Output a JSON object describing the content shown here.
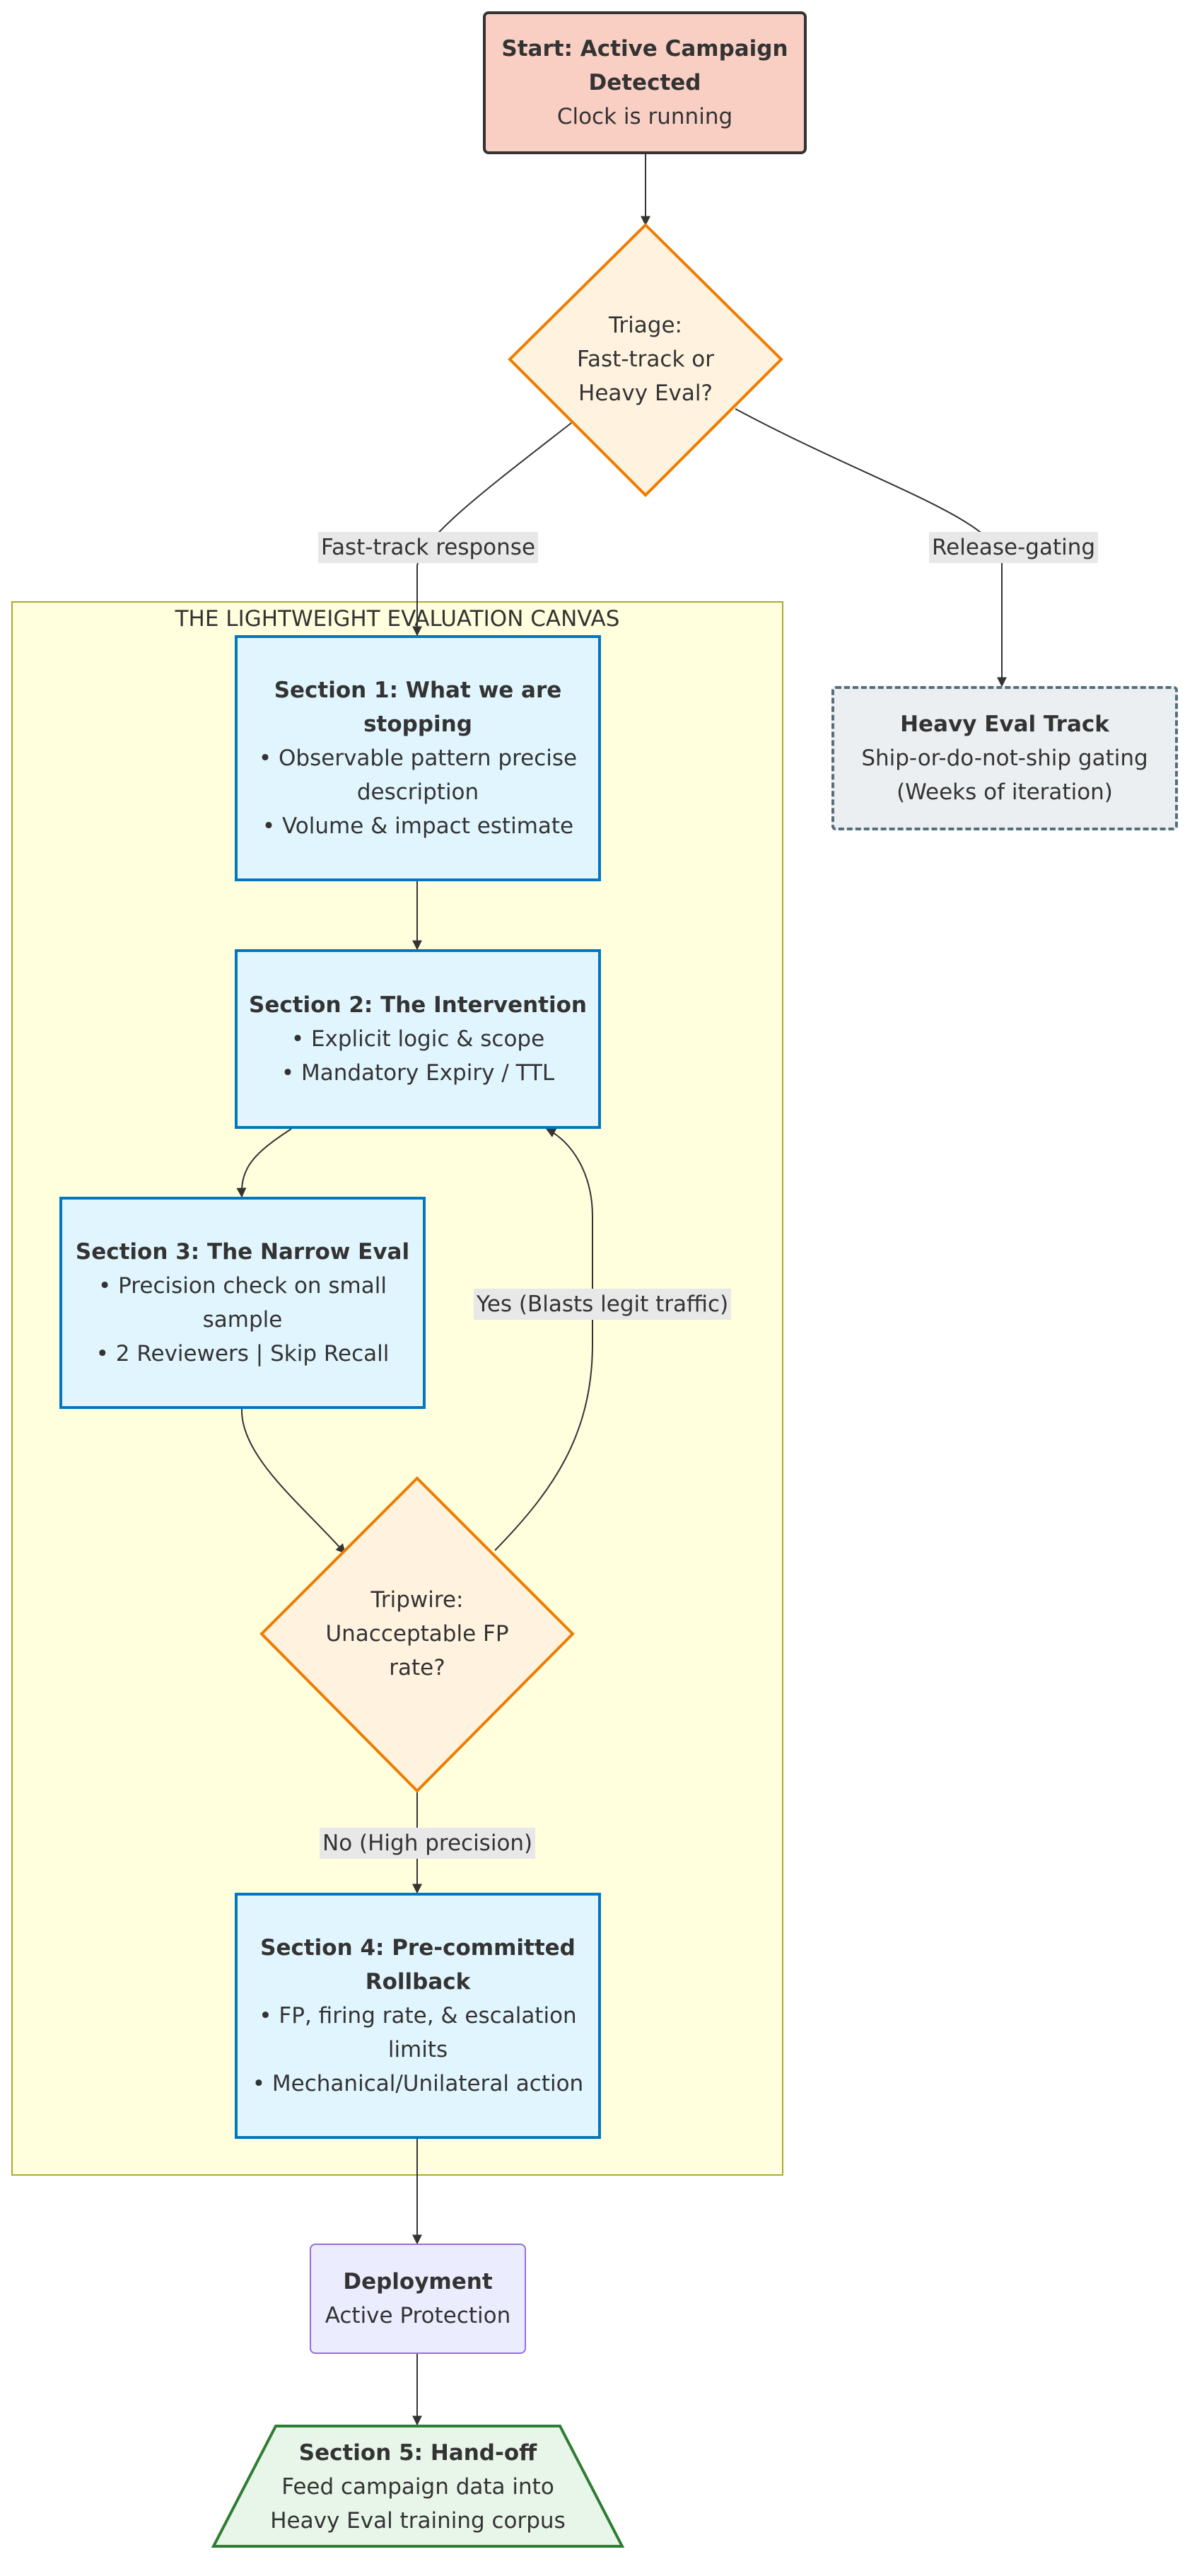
{
  "nodes": {
    "start": {
      "title": "Start: Active Campaign Detected",
      "lines": [
        "Clock is running"
      ]
    },
    "triage": {
      "lines": [
        "Triage:",
        "Fast-track or",
        "Heavy Eval?"
      ]
    },
    "heavy": {
      "title": "Heavy Eval Track",
      "lines": [
        "Ship-or-do-not-ship gating",
        "(Weeks of iteration)"
      ]
    },
    "section1": {
      "title": "Section 1: What we are stopping",
      "lines": [
        "• Observable pattern precise description",
        "• Volume & impact estimate"
      ]
    },
    "section2": {
      "title": "Section 2: The Intervention",
      "lines": [
        "• Explicit logic & scope",
        "• Mandatory Expiry / TTL"
      ]
    },
    "section3": {
      "title": "Section 3: The Narrow Eval",
      "lines": [
        "• Precision check on small sample",
        "• 2 Reviewers | Skip Recall"
      ]
    },
    "tripwire": {
      "lines": [
        "Tripwire:",
        "Unacceptable FP",
        "rate?"
      ]
    },
    "section4": {
      "title": "Section 4: Pre-committed Rollback",
      "lines": [
        "• FP, firing rate, & escalation limits",
        "• Mechanical/Unilateral action"
      ]
    },
    "deploy": {
      "title": "Deployment",
      "lines": [
        "Active Protection"
      ]
    },
    "section5": {
      "title": "Section 5: Hand-off",
      "lines": [
        "Feed campaign data into",
        "Heavy Eval training corpus"
      ]
    }
  },
  "cluster": {
    "title": "THE LIGHTWEIGHT EVALUATION CANVAS"
  },
  "edge_labels": {
    "fast_track": "Fast-track response",
    "release_gating": "Release-gating",
    "yes_blasts": "Yes (Blasts legit traffic)",
    "no_high_precision": "No (High precision)"
  },
  "colors": {
    "start_fill": "#f9cfc4",
    "decision_fill": "#fff3e0",
    "decision_stroke": "#ef7c00",
    "section_fill": "#e1f5fe",
    "section_stroke": "#0277bd",
    "heavy_fill": "#eceff1",
    "heavy_stroke": "#546e7a",
    "cluster_fill": "#ffffde",
    "cluster_stroke": "#aaaa33",
    "deploy_fill": "#ececff",
    "deploy_stroke": "#9370db",
    "handoff_fill": "#e8f5e9",
    "handoff_stroke": "#2e7d32",
    "edge": "#333333"
  }
}
